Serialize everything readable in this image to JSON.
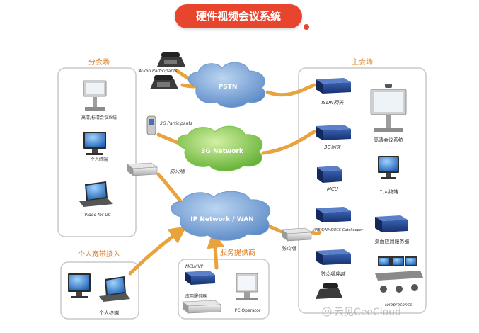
{
  "banner": {
    "title": "硬件视频会议系统"
  },
  "sections": {
    "branch": "分会场",
    "main": "主会场",
    "home": "个人宽带接入",
    "provider": "服务提供商"
  },
  "clouds": {
    "pstn": "PSTN",
    "g3": "3G Network",
    "ip": "IP Network / WAN"
  },
  "labels": {
    "audio_participants": "Audio Participants",
    "g3_participants": "3G Participants",
    "hd_room_system": "高清/标清会议系统",
    "personal_terminal": "个人终端",
    "video_for_uc": "Video for UC",
    "firewall_left": "防火墙",
    "firewall_right": "防火墙",
    "isdn_gateway": "ISDN网关",
    "g3_gateway": "3G网关",
    "mcu": "MCU",
    "gatekeeper": "iVIEW/NMS/ECS Gatekeeper",
    "fw_traversal": "防火墙穿越",
    "hd_meeting_system": "高清会议系统",
    "personal_terminal_main": "个人终端",
    "desktop_server": "桌面应用服务器",
    "telepresence": "Telepresence",
    "home_terminal": "个人终端",
    "mcu_ivp": "MCU/IVP",
    "app_server": "应用服务器",
    "pc_operator": "PC Operator"
  },
  "watermark": "云见CeeCloud",
  "colors": {
    "banner": "#e8452f",
    "section_title": "#e07c1e",
    "link": "#e8a33c",
    "device": "#1f3f86",
    "pstn_cloud": "#6e9bd0",
    "ip_cloud": "#6b9bd3",
    "g3_cloud": "#7cc44e"
  }
}
